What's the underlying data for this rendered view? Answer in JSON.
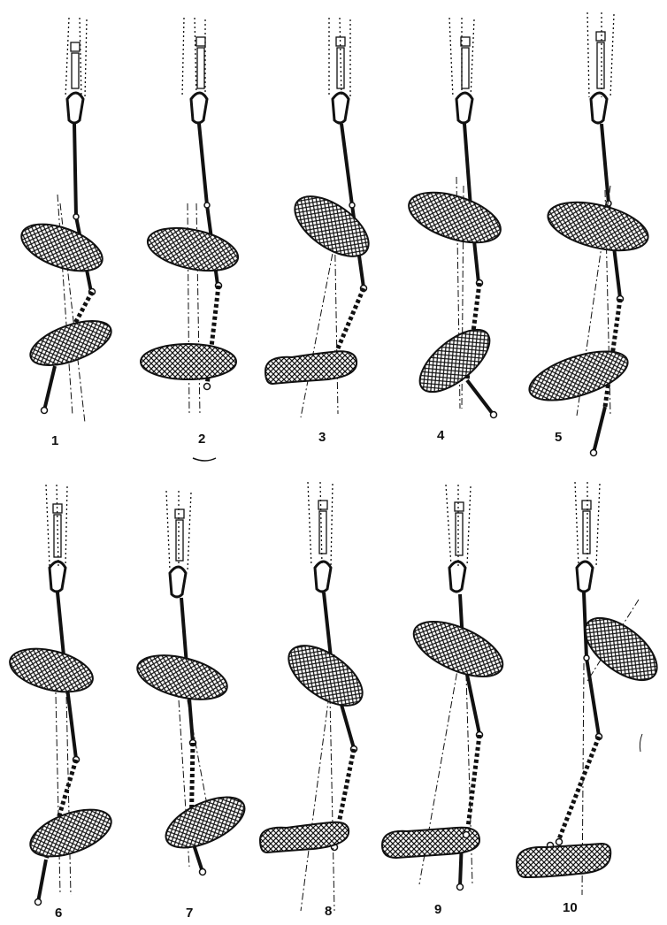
{
  "figure": {
    "panels": [
      {
        "label": "1"
      },
      {
        "label": "2"
      },
      {
        "label": "3"
      },
      {
        "label": "4"
      },
      {
        "label": "5"
      },
      {
        "label": "6"
      },
      {
        "label": "7"
      },
      {
        "label": "8"
      },
      {
        "label": "9"
      },
      {
        "label": "10"
      }
    ]
  },
  "colors": {
    "ink": "#111111",
    "paper": "#ffffff"
  }
}
